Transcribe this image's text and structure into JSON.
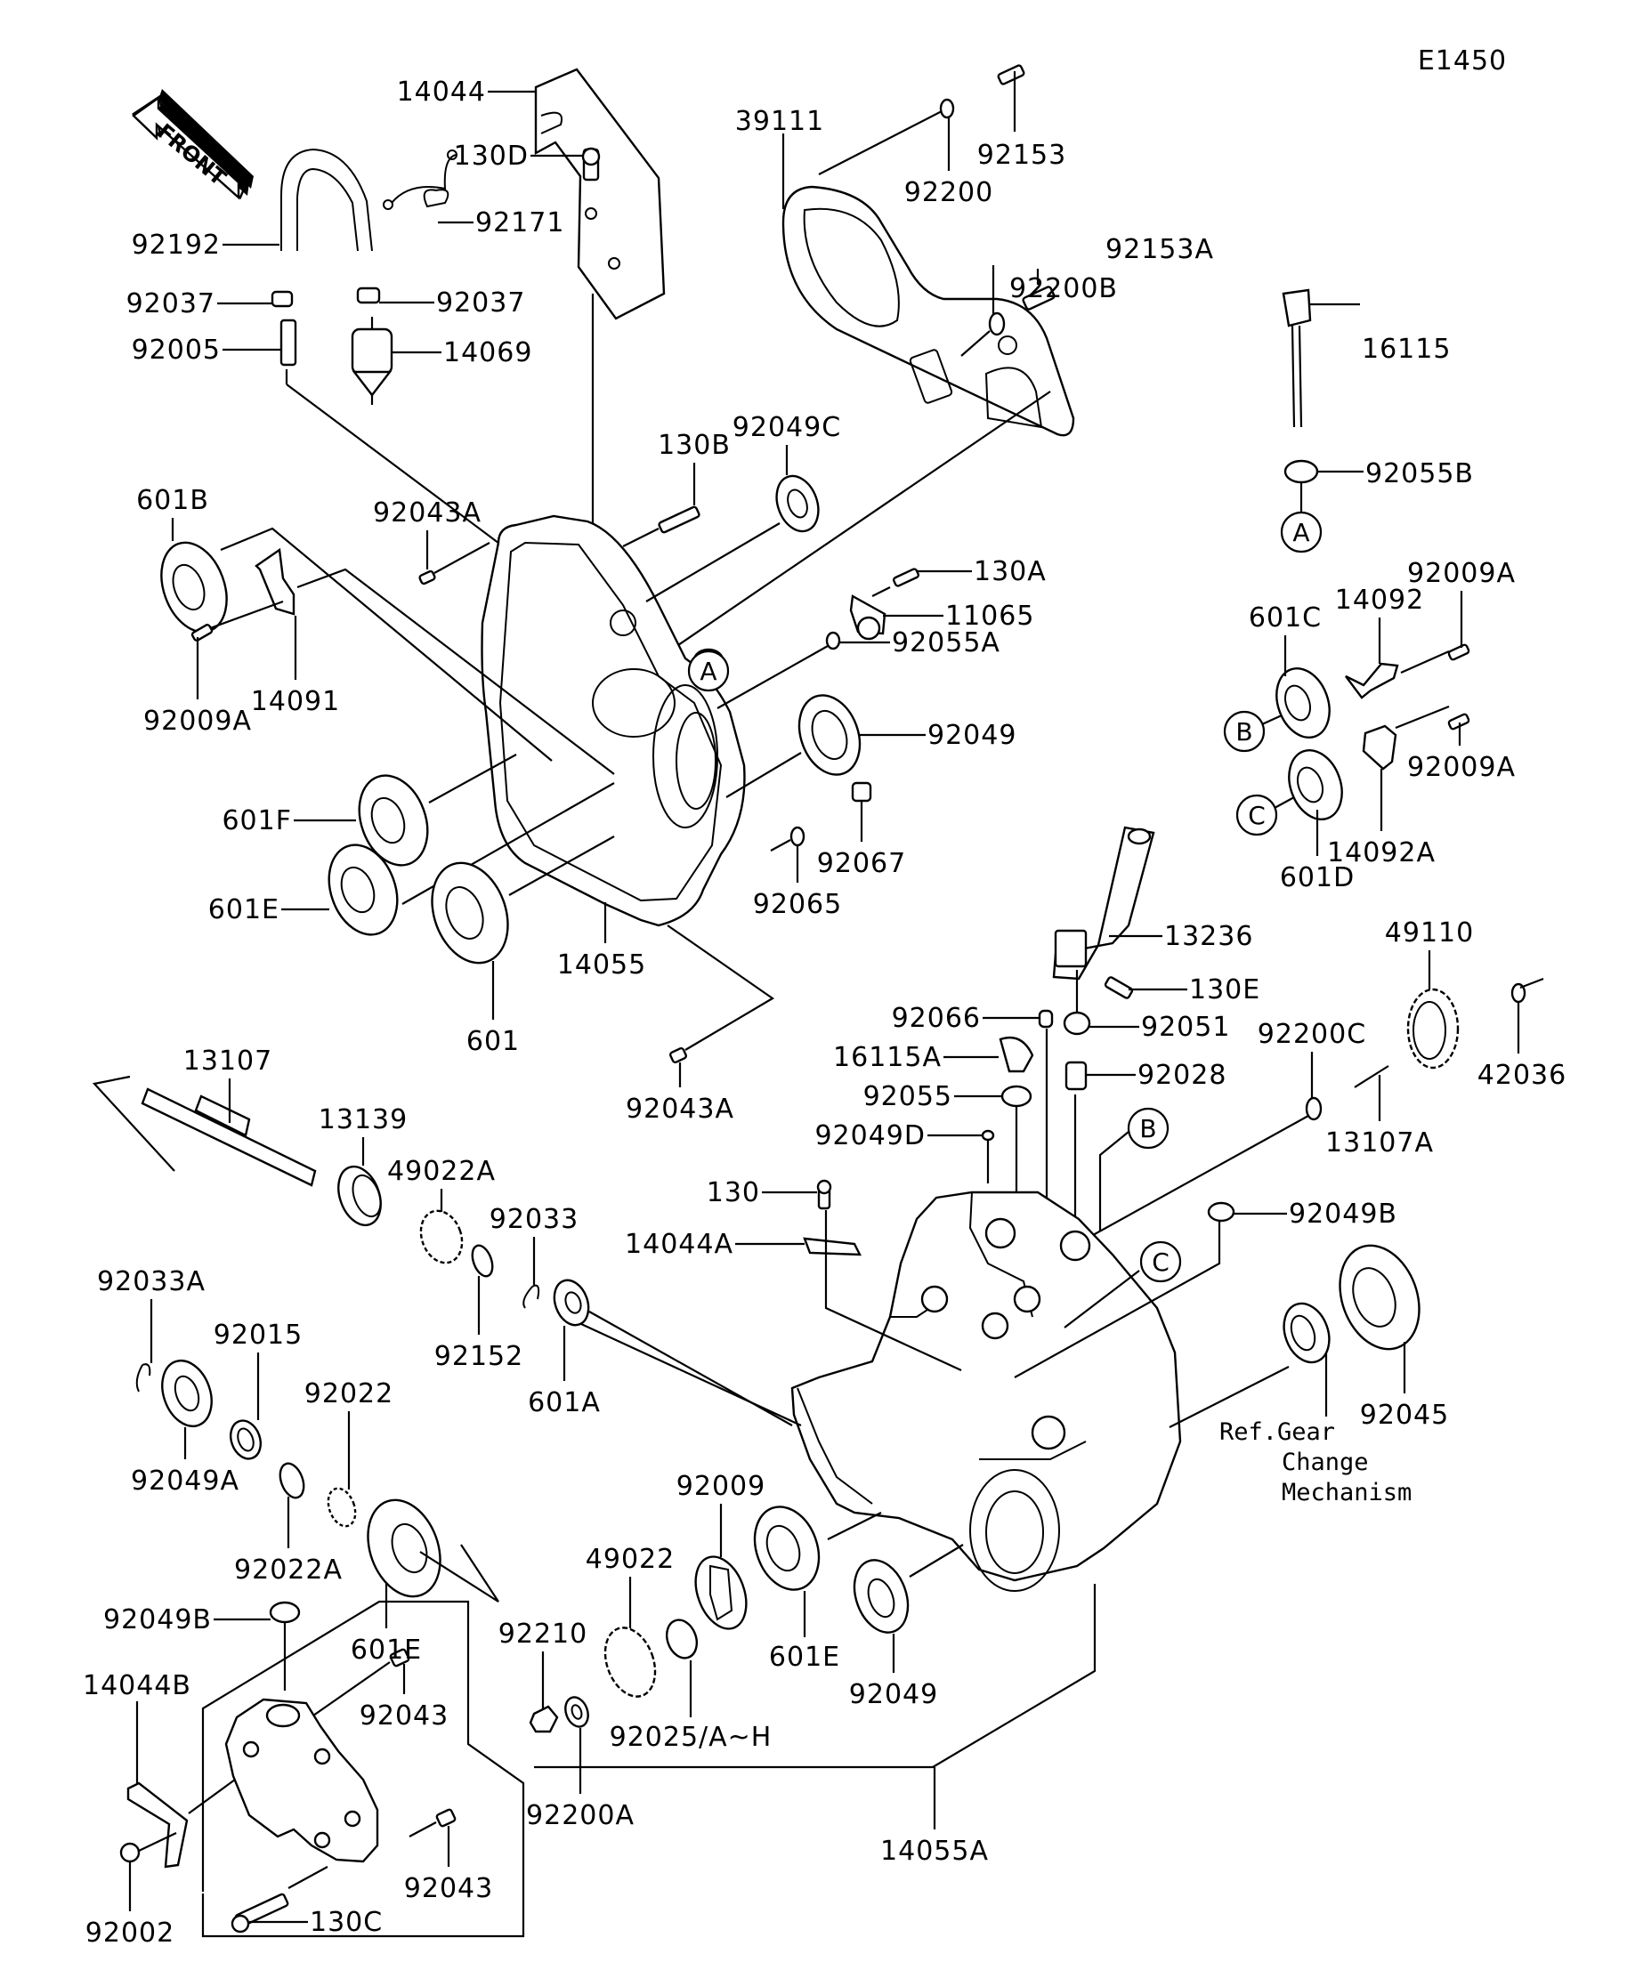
{
  "diagram": {
    "code": "E1450",
    "front_label": "FRONT",
    "reference_note": [
      "Ref.Gear",
      "Change",
      "Mechanism"
    ],
    "callouts": [
      "A",
      "B",
      "C"
    ],
    "parts": {
      "p14044": "14044",
      "p130D": "130D",
      "p92171": "92171",
      "p92192": "92192",
      "p92037L": "92037",
      "p92037R": "92037",
      "p92005": "92005",
      "p14069": "14069",
      "p39111": "39111",
      "p92200": "92200",
      "p92153": "92153",
      "p92153A": "92153A",
      "p92200B": "92200B",
      "p16115": "16115",
      "p92055B": "92055B",
      "p130B": "130B",
      "p92049C": "92049C",
      "p601B": "601B",
      "p92043A_top": "92043A",
      "p130A": "130A",
      "p11065": "11065",
      "p92055A": "92055A",
      "p92009A_left": "92009A",
      "p14091": "14091",
      "p92049_top": "92049",
      "p601F": "601F",
      "p92067": "92067",
      "p601E_left": "601E",
      "p92065": "92065",
      "p601": "601",
      "p14055": "14055",
      "p92043A_bot": "92043A",
      "p601C": "601C",
      "p14092": "14092",
      "p92009A_r1": "92009A",
      "p92009A_r2": "92009A",
      "p14092A": "14092A",
      "p601D": "601D",
      "p13236": "13236",
      "p130E": "130E",
      "p49110": "49110",
      "p42036": "42036",
      "p92066": "92066",
      "p92051": "92051",
      "p92200C": "92200C",
      "p16115A": "16115A",
      "p92028": "92028",
      "p92055": "92055",
      "p13107A": "13107A",
      "p92049D": "92049D",
      "p130": "130",
      "p14044A": "14044A",
      "p92049B_right": "92049B",
      "p92045": "92045",
      "p13107": "13107",
      "p13139": "13139",
      "p49022A": "49022A",
      "p92033": "92033",
      "p92033A": "92033A",
      "p92015": "92015",
      "p92022": "92022",
      "p92152": "92152",
      "p601A": "601A",
      "p92049A": "92049A",
      "p92022A": "92022A",
      "p601E_mid": "601E",
      "p92009": "92009",
      "p49022": "49022",
      "p92210": "92210",
      "p92025": "92025/A~H",
      "p601E_bot": "601E",
      "p92049_bot": "92049",
      "p92200A": "92200A",
      "p92049B_left": "92049B",
      "p14044B": "14044B",
      "p92043_top": "92043",
      "p92043_bot": "92043",
      "p92002": "92002",
      "p130C": "130C",
      "p14055A": "14055A"
    }
  }
}
